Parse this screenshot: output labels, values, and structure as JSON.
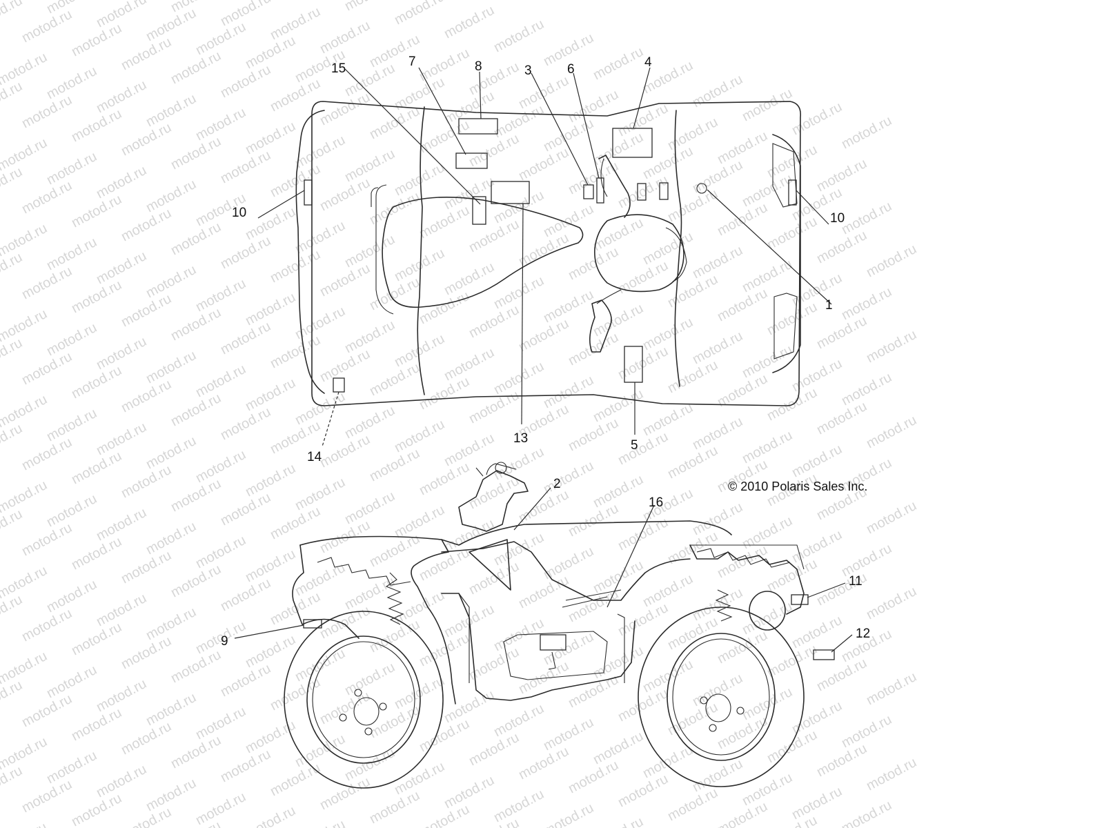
{
  "watermark": {
    "text": "motod.ru"
  },
  "callouts": [
    {
      "id": "c1",
      "label": "1"
    },
    {
      "id": "c2",
      "label": "2"
    },
    {
      "id": "c3",
      "label": "3"
    },
    {
      "id": "c4",
      "label": "4"
    },
    {
      "id": "c5",
      "label": "5"
    },
    {
      "id": "c6",
      "label": "6"
    },
    {
      "id": "c7",
      "label": "7"
    },
    {
      "id": "c8",
      "label": "8"
    },
    {
      "id": "c9",
      "label": "9"
    },
    {
      "id": "c10a",
      "label": "10"
    },
    {
      "id": "c10b",
      "label": "10"
    },
    {
      "id": "c11",
      "label": "11"
    },
    {
      "id": "c12",
      "label": "12"
    },
    {
      "id": "c13",
      "label": "13"
    },
    {
      "id": "c14",
      "label": "14"
    },
    {
      "id": "c15",
      "label": "15"
    },
    {
      "id": "c16",
      "label": "16"
    }
  ],
  "copyright": "© 2010 Polaris Sales Inc."
}
